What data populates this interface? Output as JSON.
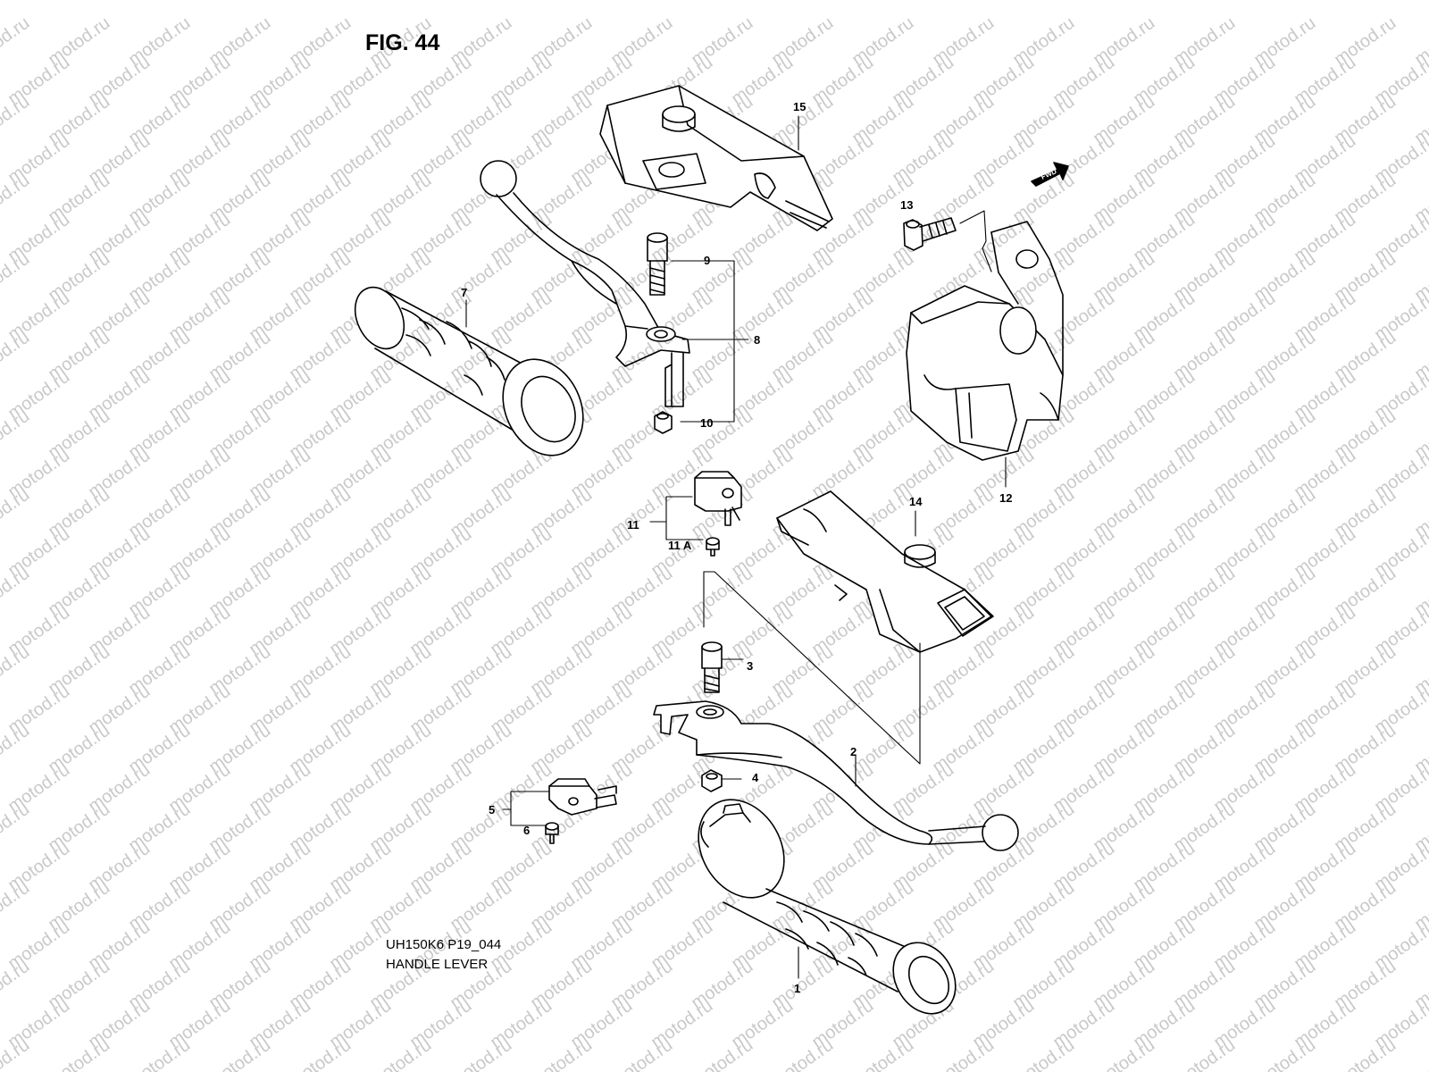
{
  "figure_title": "FIG. 44",
  "diagram_code": "UH150K6 P19_044",
  "diagram_name": "HANDLE LEVER",
  "watermark_text": "motod.ru",
  "fwd_label": "FWD",
  "callouts": {
    "c1": "1",
    "c2": "2",
    "c3": "3",
    "c4": "4",
    "c5": "5",
    "c6": "6",
    "c7": "7",
    "c8": "8",
    "c9": "9",
    "c10": "10",
    "c11": "11",
    "c11a": "11 A",
    "c12": "12",
    "c13": "13",
    "c14": "14",
    "c15": "15"
  },
  "colors": {
    "line": "#000000",
    "watermark": "#c9c9c9",
    "background": "#ffffff"
  }
}
